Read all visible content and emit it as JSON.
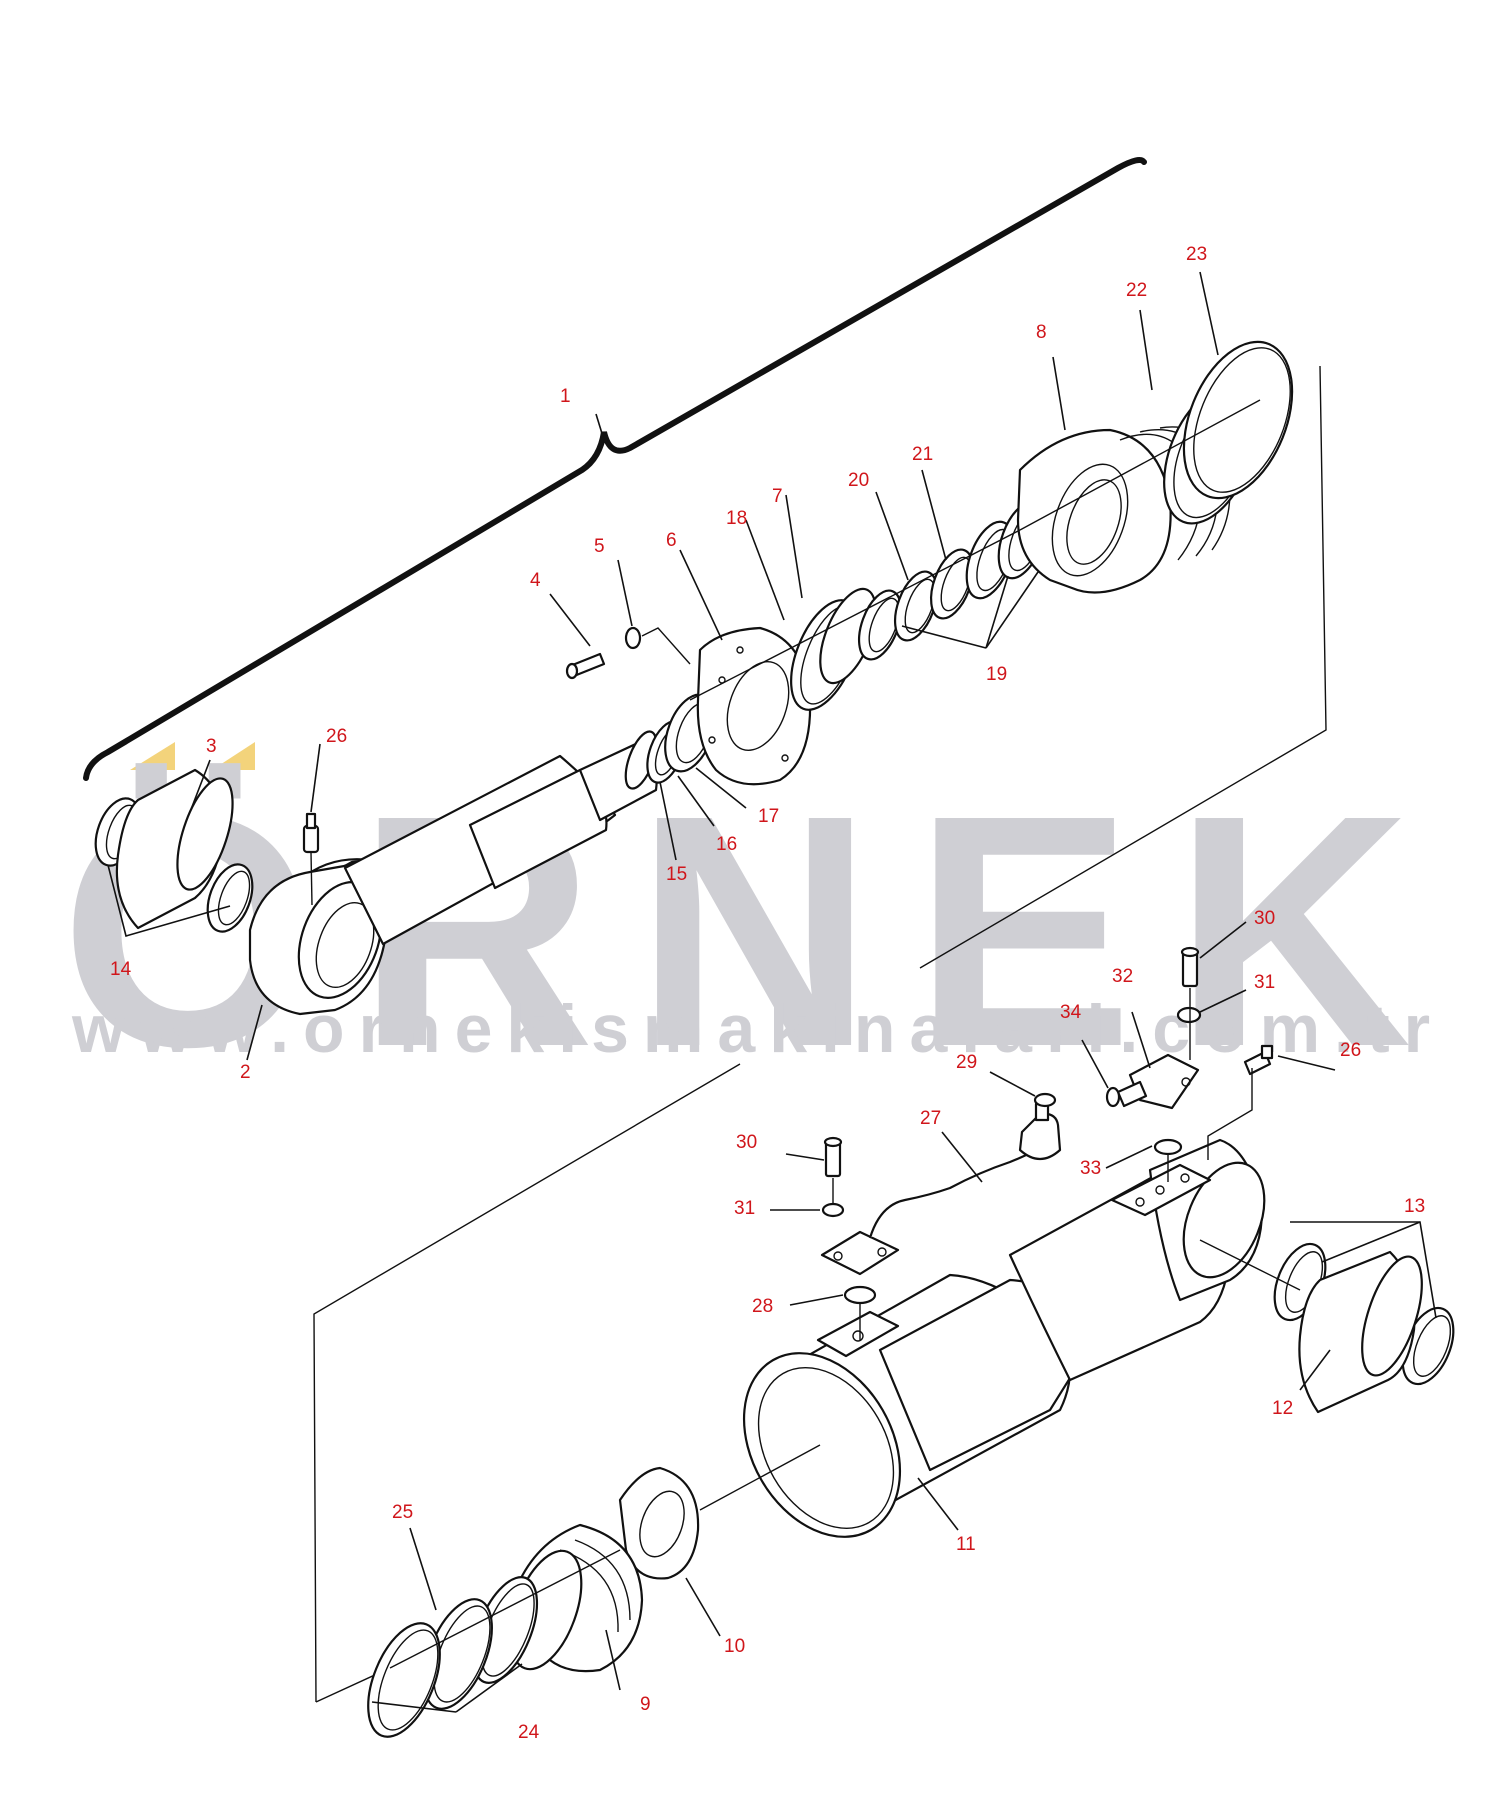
{
  "watermark": {
    "brand": "ÖRNEK",
    "url": "www.ornekismakinalari.com.tr",
    "accent_color": "#f3d37b",
    "text_color": "#cfcfd4"
  },
  "colors": {
    "callout": "#d0161b",
    "line": "#111111"
  },
  "callouts": {
    "c1": "1",
    "c2": "2",
    "c3": "3",
    "c4": "4",
    "c5": "5",
    "c6": "6",
    "c7": "7",
    "c8": "8",
    "c9": "9",
    "c10": "10",
    "c11": "11",
    "c12": "12",
    "c13": "13",
    "c14": "14",
    "c15": "15",
    "c16": "16",
    "c17": "17",
    "c18": "18",
    "c19": "19",
    "c20": "20",
    "c21": "21",
    "c22": "22",
    "c23": "23",
    "c24": "24",
    "c25": "25",
    "c26a": "26",
    "c26b": "26",
    "c27": "27",
    "c28": "28",
    "c29": "29",
    "c30a": "30",
    "c30b": "30",
    "c31a": "31",
    "c31b": "31",
    "c32": "32",
    "c33": "33",
    "c34": "34"
  }
}
